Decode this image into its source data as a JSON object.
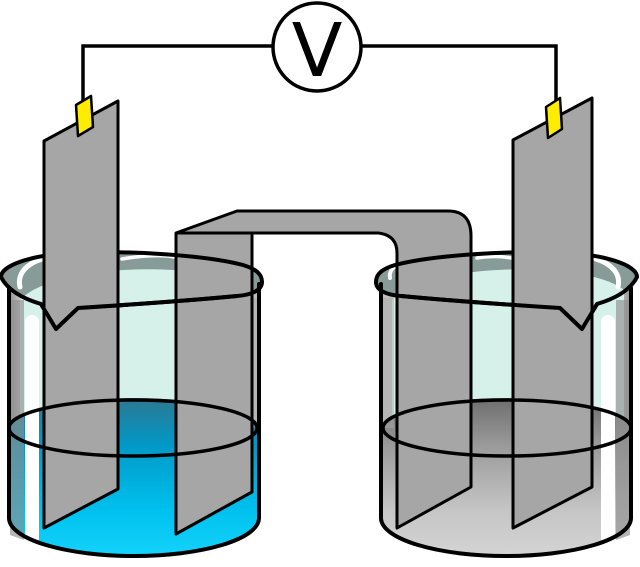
{
  "voltmeter": {
    "label": "V"
  },
  "colors": {
    "outline": "#000000",
    "background": "#ffffff",
    "metal": "#a6a6a6",
    "clip": "#ffec00",
    "rim_interior": "#879b98",
    "pale_solution": "#d6f0ea",
    "highlight": "#ffffff",
    "band_dark": "#8f8f8f",
    "band_mid": "#a9a9a9",
    "glass_g1": "#8f8f8f",
    "glass_g2": "#cccccc",
    "glass_g3": "#ffffff",
    "glass_g4": "#f2f2f2",
    "glass_g5": "#e6e6e6",
    "glass_g6": "#bfbfbf",
    "left_liquid": {
      "top": "#2e7791",
      "mid1": "#0099c7",
      "mid2": "#00c1ef",
      "bottom": "#14d3fb"
    },
    "right_liquid": {
      "top": "#6e6e6e",
      "mid1": "#9a9a9a",
      "mid2": "#c6c6c6",
      "bottom": "#d4d4d4"
    }
  },
  "components": {
    "left_beaker": "left-beaker",
    "right_beaker": "right-beaker",
    "left_electrode": "left-electrode",
    "right_electrode": "right-electrode",
    "salt_bridge": "salt-bridge",
    "voltmeter": "voltmeter",
    "wires": "circuit-wires",
    "left_clip": "left-contact-clip",
    "right_clip": "right-contact-clip"
  }
}
